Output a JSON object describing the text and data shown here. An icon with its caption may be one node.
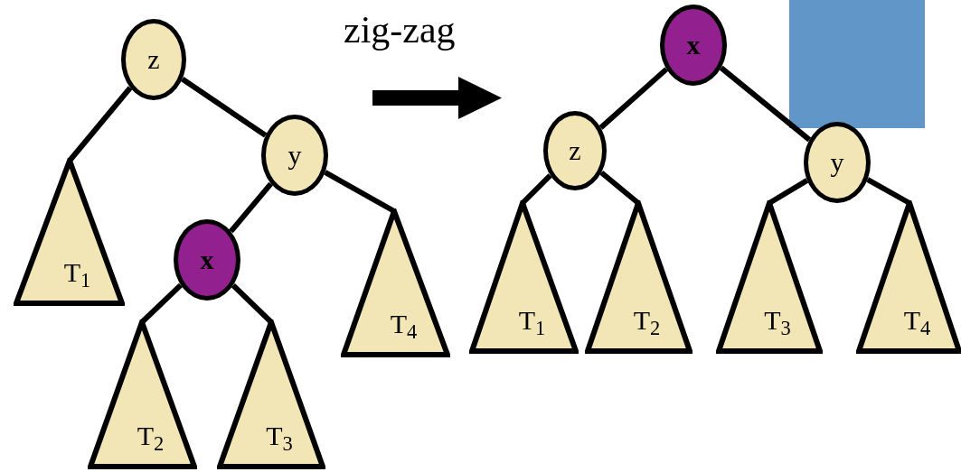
{
  "diagram": {
    "nodes": [
      {
        "text": [
          "z"
        ]
      },
      {
        "text": [
          "y"
        ]
      },
      {
        "text": [
          "x"
        ]
      },
      {
        "text": [
          "T$_{1}$"
        ]
      },
      {
        "text": [
          "T$_{2}$"
        ]
      },
      {
        "text": [
          "T$_{3}$"
        ]
      },
      {
        "text": [
          "T$_{4}$"
        ]
      },
      {
        "text": [
          "x"
        ]
      },
      {
        "text": [
          "z"
        ]
      },
      {
        "text": [
          "y"
        ]
      },
      {
        "text": [
          "T$_{1}$"
        ]
      },
      {
        "text": [
          "T$_{2}$"
        ]
      },
      {
        "text": [
          "T$_{3}$"
        ]
      },
      {
        "text": [
          "T$_{4}$"
        ]
      },
      {
        "text": [],
        "shape": "box"
      }
    ],
    "edges": [
      {
        "from": 0,
        "to": 3,
        "arrow": "none"
      },
      {
        "from": 0,
        "to": 1,
        "arrow": "none"
      },
      {
        "from": 1,
        "to": 2,
        "arrow": "none"
      },
      {
        "from": 1,
        "to": 6,
        "arrow": "none"
      },
      {
        "from": 2,
        "to": 4,
        "arrow": "none"
      },
      {
        "from": 2,
        "to": 5,
        "arrow": "none"
      },
      {
        "from": 7,
        "to": 8,
        "arrow": "none"
      },
      {
        "from": 7,
        "to": 9,
        "arrow": "none"
      },
      {
        "from": 8,
        "to": 10,
        "arrow": "none"
      },
      {
        "from": 8,
        "to": 11,
        "arrow": "none"
      },
      {
        "from": 9,
        "to": 12,
        "arrow": "none"
      },
      {
        "from": 9,
        "to": 13,
        "arrow": "none"
      }
    ],
    "labels": [
      "zig-zag"
    ]
  }
}
